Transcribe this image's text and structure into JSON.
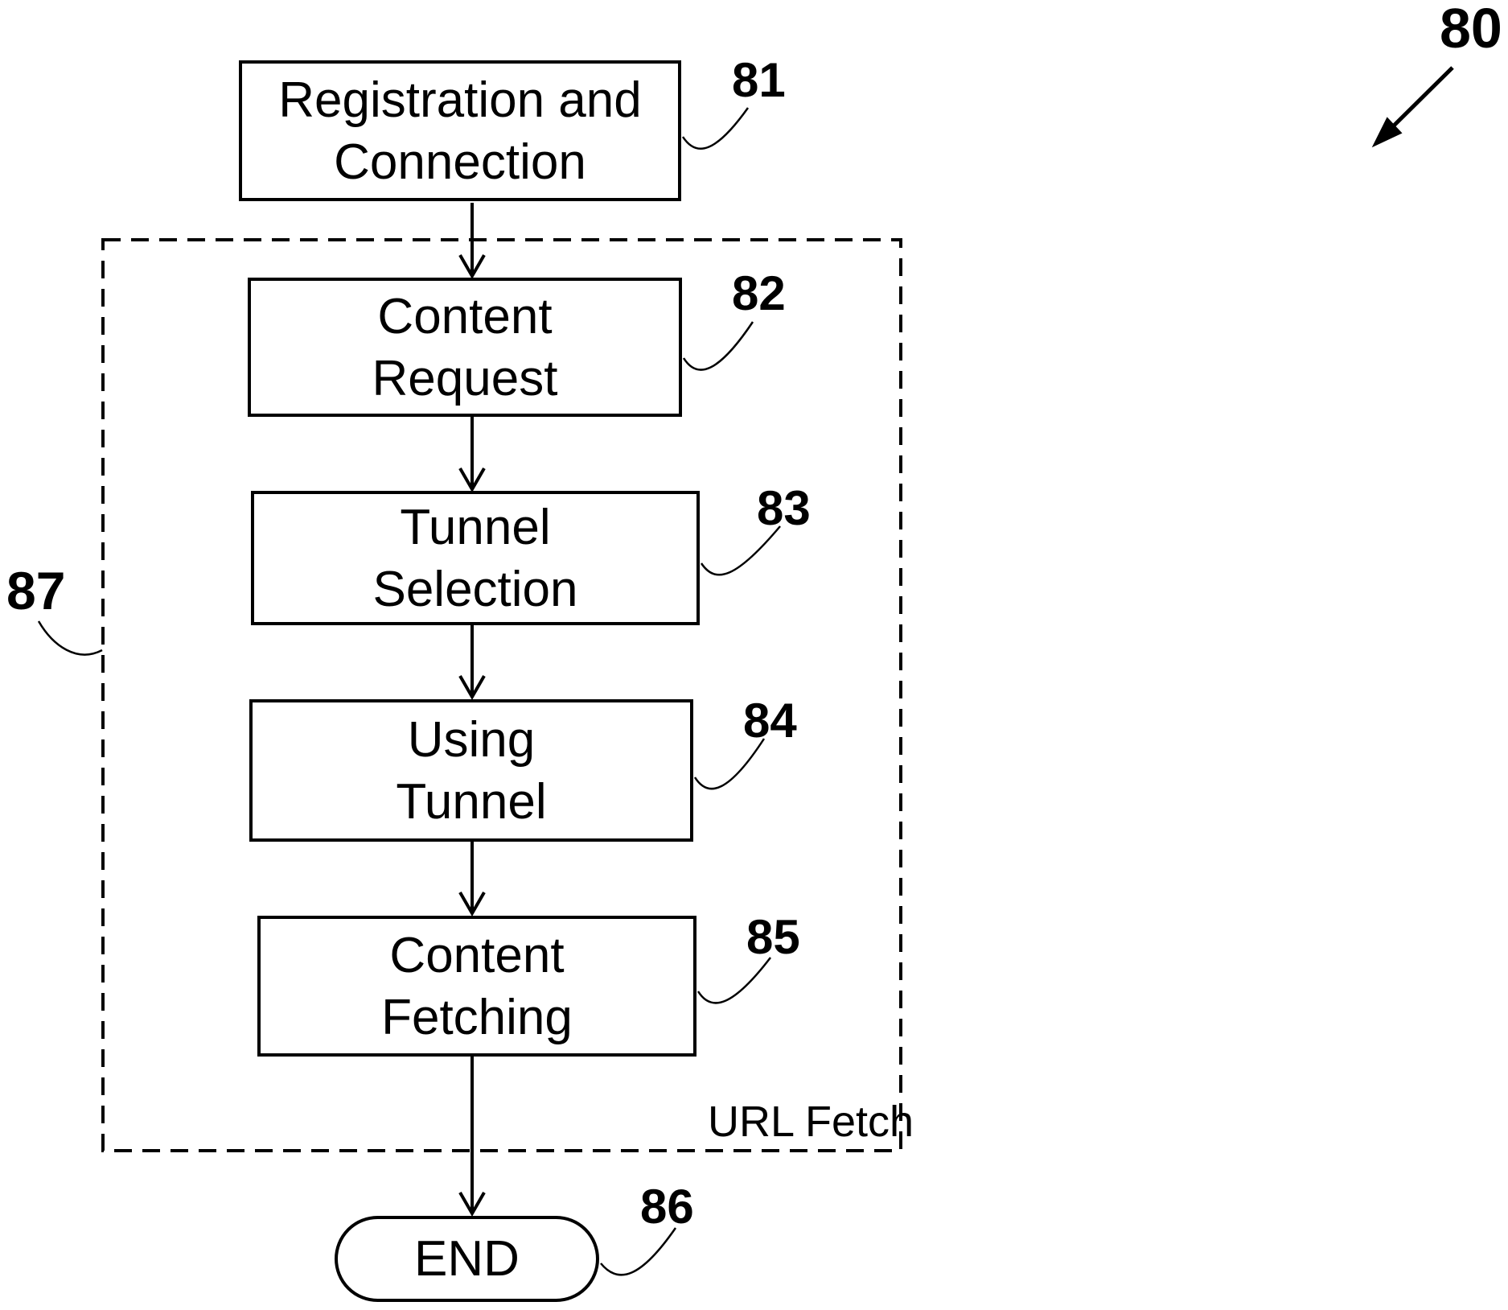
{
  "figure_ref": {
    "label": "80"
  },
  "boxes": [
    {
      "id": "registration-and-connection",
      "ref": "81",
      "lines": [
        "Registration and",
        "Connection"
      ]
    },
    {
      "id": "content-request",
      "ref": "82",
      "lines": [
        "Content",
        "Request"
      ]
    },
    {
      "id": "tunnel-selection",
      "ref": "83",
      "lines": [
        "Tunnel",
        "Selection"
      ]
    },
    {
      "id": "using-tunnel",
      "ref": "84",
      "lines": [
        "Using",
        "Tunnel"
      ]
    },
    {
      "id": "content-fetching",
      "ref": "85",
      "lines": [
        "Content",
        "Fetching"
      ]
    }
  ],
  "terminator": {
    "label": "END",
    "ref": "86"
  },
  "group": {
    "ref": "87",
    "caption": "URL Fetch"
  },
  "colors": {
    "ink": "#000000",
    "background": "#ffffff"
  }
}
